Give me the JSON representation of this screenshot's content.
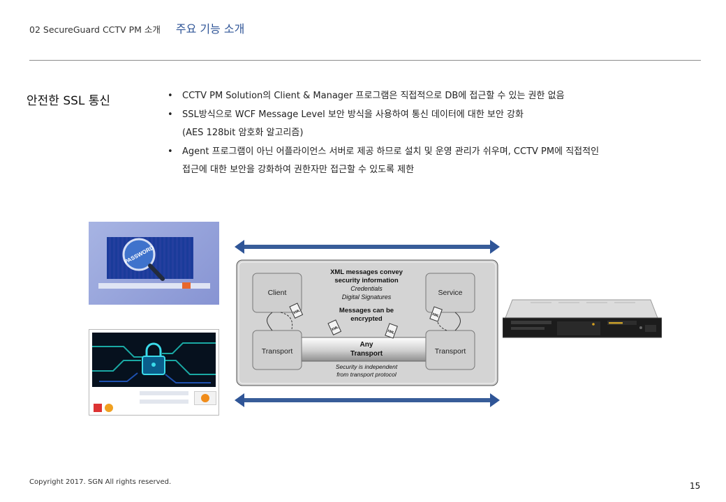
{
  "header": {
    "section": "02 SecureGuard CCTV PM 소개",
    "title": "주요 기능 소개"
  },
  "section_title": "안전한 SSL 통신",
  "bullets": [
    {
      "bullet": "•",
      "text": "CCTV PM Solution의 Client & Manager 프로그램은 직접적으로 DB에 접근할 수 있는 권한 없음"
    },
    {
      "bullet": "•",
      "text": "SSL방식으로 WCF Message Level 보안 방식을 사용하여  통신 데이터에 대한 보안 강화"
    },
    {
      "bullet": "",
      "text": "(AES 128bit 암호화 알고리즘)"
    },
    {
      "bullet": "•",
      "text": "Agent 프로그램이 아닌 어플라이언스 서버로 제공 하므로 설치 및 운영 관리가 쉬우며, CCTV PM에 직접적인"
    },
    {
      "bullet": "",
      "text": "접근에 대한 보안을 강화하여 권한자만 접근할 수 있도록 제한"
    }
  ],
  "diagram": {
    "client": "Client",
    "service": "Service",
    "transport_left": "Transport",
    "transport_right": "Transport",
    "pipe_line1": "Any",
    "pipe_line2": "Transport",
    "xml_tag": "XML",
    "info_line1": "XML messages convey",
    "info_line2": "security information",
    "info_line3": "Credentials",
    "info_line4": "Digital Signatures",
    "enc_line1": "Messages can be",
    "enc_line2": "encrypted",
    "foot_line1": "Security is independent",
    "foot_line2": "from transport protocol"
  },
  "screenshot_password": {
    "banner": "PASSWORD"
  },
  "footer": {
    "copyright": "Copyright 2017. SGN All rights reserved.",
    "page": "15"
  }
}
